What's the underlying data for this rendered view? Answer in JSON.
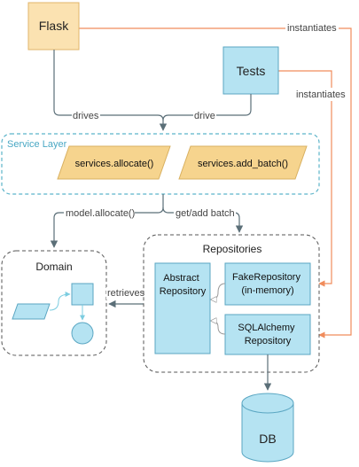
{
  "nodes": {
    "flask": "Flask",
    "tests": "Tests",
    "service_layer": "Service Layer",
    "allocate": "services.allocate()",
    "add_batch": "services.add_batch()",
    "domain": "Domain",
    "repositories": "Repositories",
    "abstract_repo": [
      "Abstract",
      "Repository"
    ],
    "fake_repo": [
      "FakeRepository",
      "(in-memory)"
    ],
    "sqla_repo": [
      "SQLAlchemy",
      "Repository"
    ],
    "db": "DB"
  },
  "edges": {
    "drives": "drives",
    "drive": "drive",
    "instantiates_flask": "instantiates",
    "instantiates_tests": "instantiates",
    "model_allocate": "model.allocate()",
    "get_add_batch": "get/add batch",
    "retrieves": "retrieves"
  },
  "colors": {
    "flask_fill": "#fbe2b1",
    "flask_stroke": "#e0b56a",
    "tests_fill": "#b5e3f2",
    "tests_stroke": "#5aa6c2",
    "service_fill": "#f6d48e",
    "service_stroke": "#d8b060",
    "arrow_dark": "#5b6f78",
    "arrow_orange": "#f08c5c",
    "dashed_teal": "#5bb3c9",
    "dashed_gray": "#555555"
  }
}
